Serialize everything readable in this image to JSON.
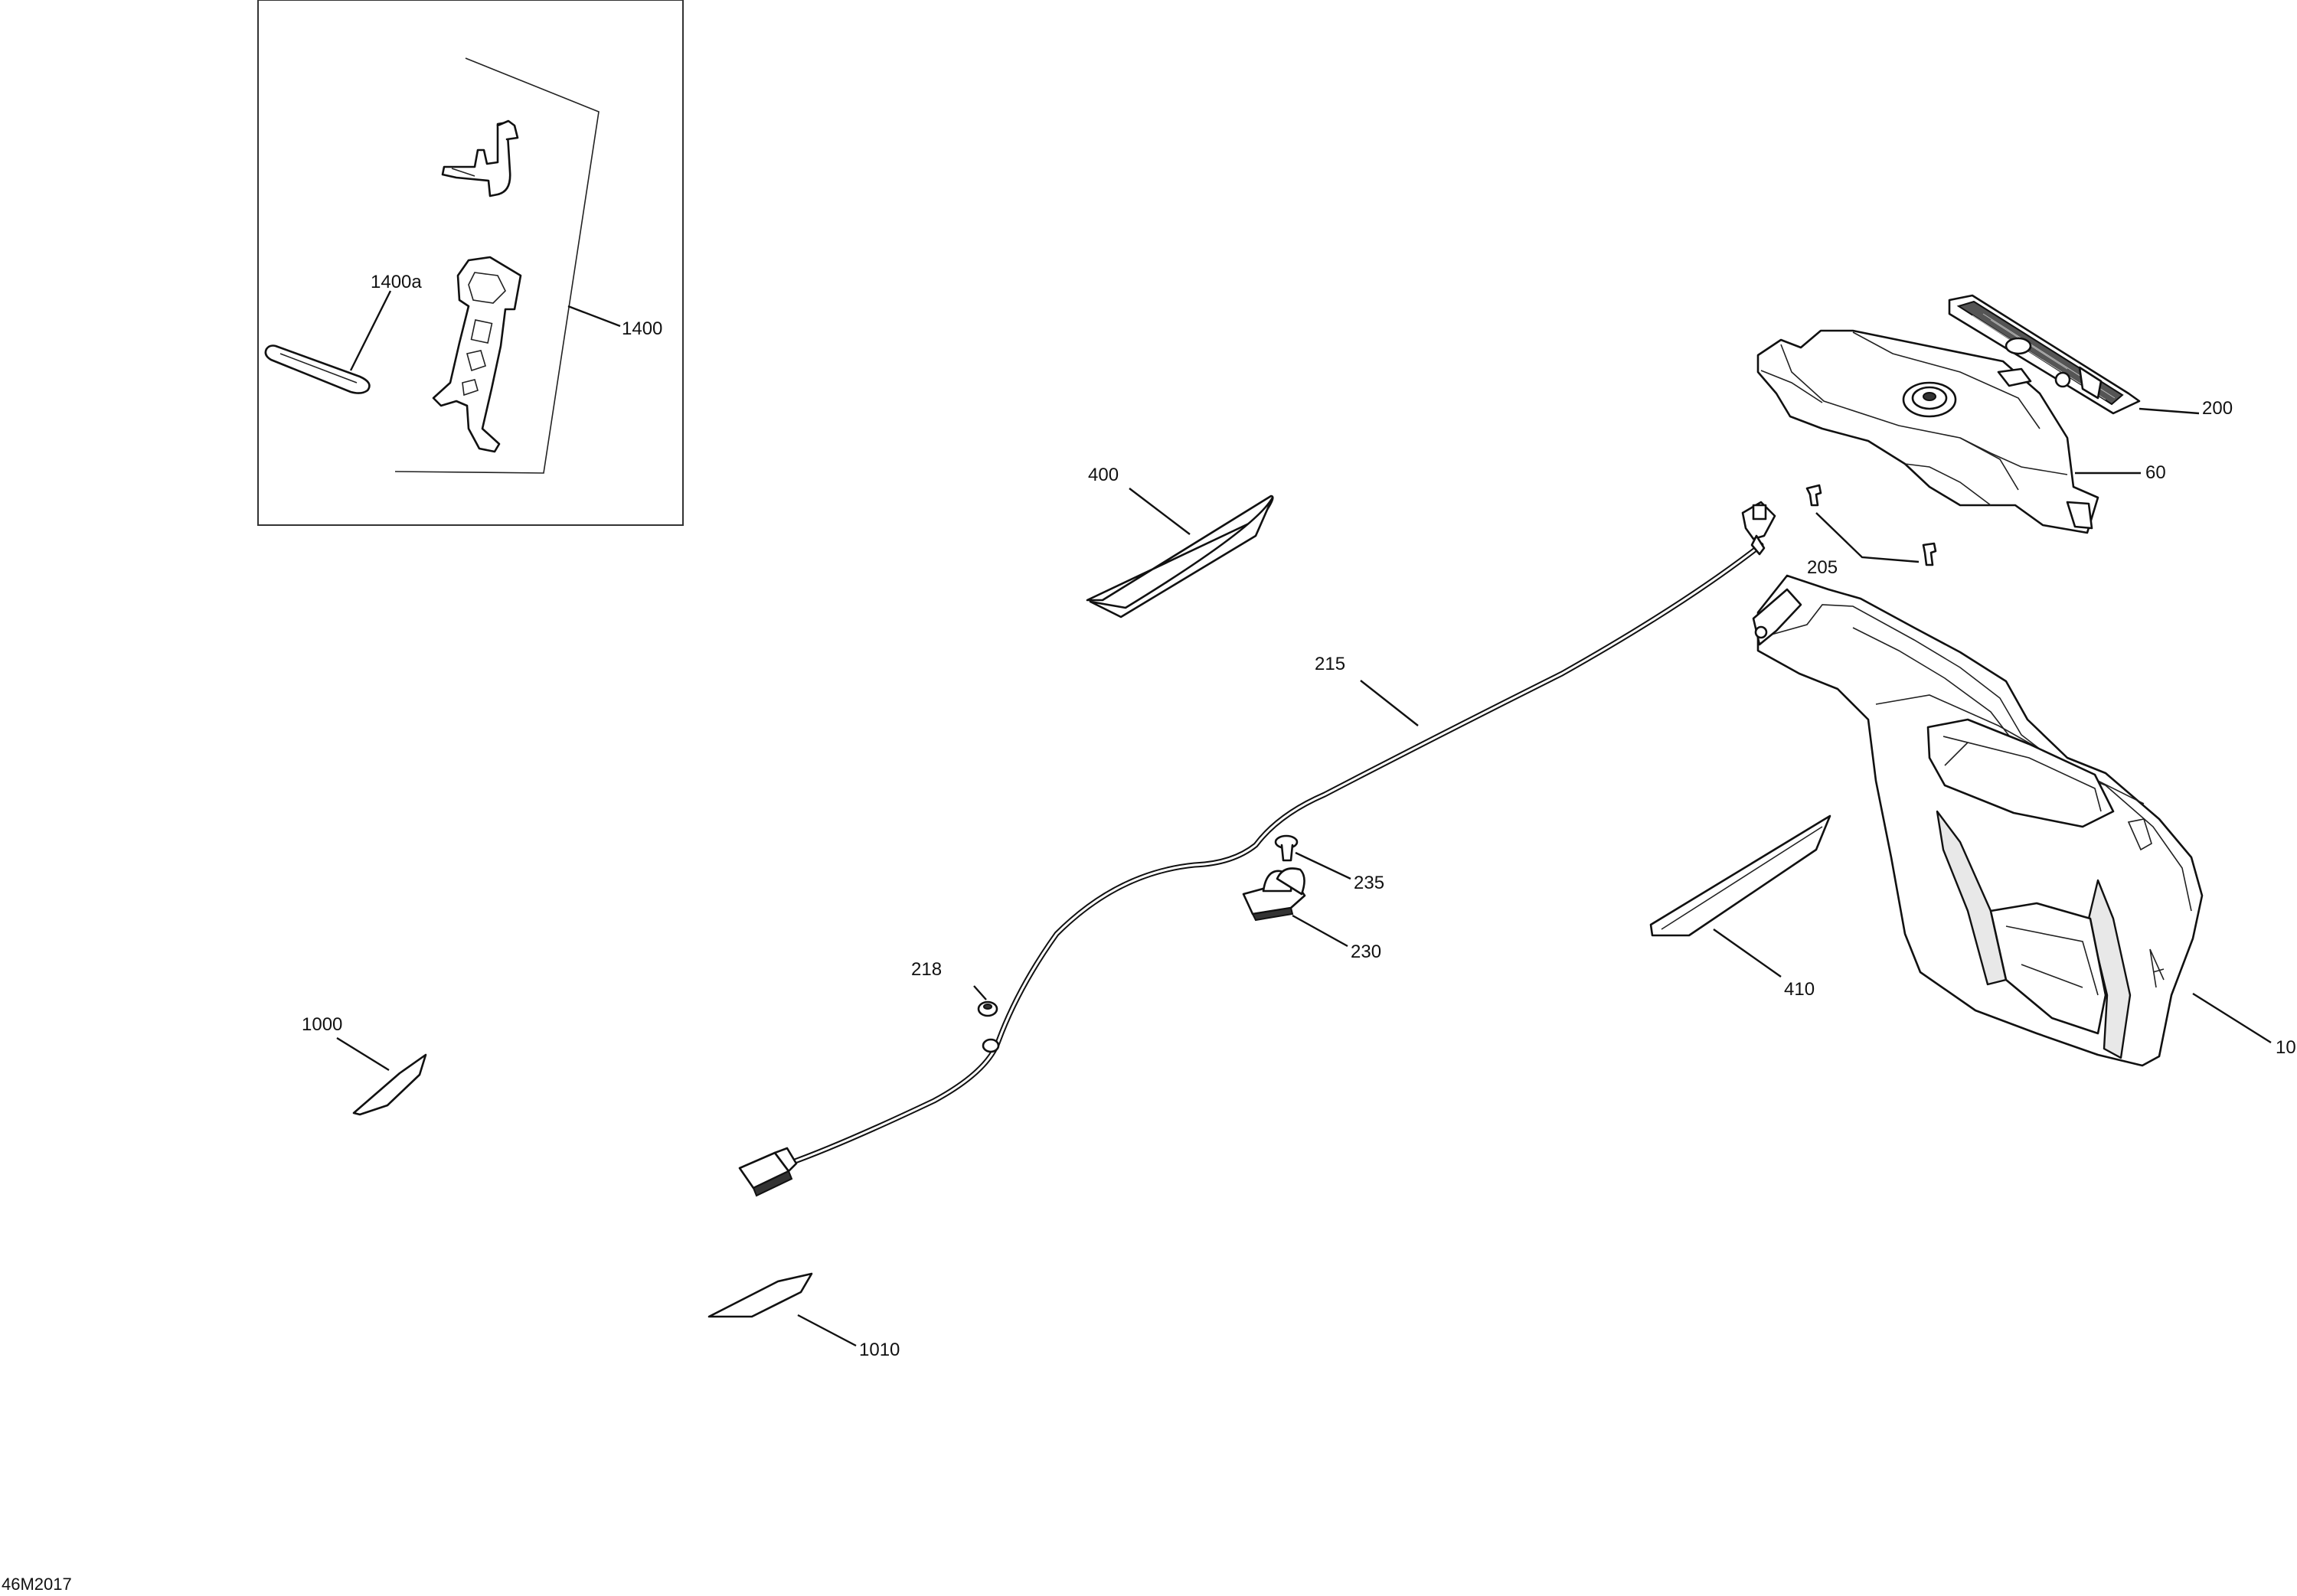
{
  "figure_code": "46M2017",
  "callouts": {
    "c1400": "1400",
    "c1400a": "1400a",
    "c400": "400",
    "c215": "215",
    "c218": "218",
    "c235": "235",
    "c230": "230",
    "c200": "200",
    "c60": "60",
    "c205": "205",
    "c410": "410",
    "c10": "10",
    "c1000": "1000",
    "c1010": "1010"
  }
}
